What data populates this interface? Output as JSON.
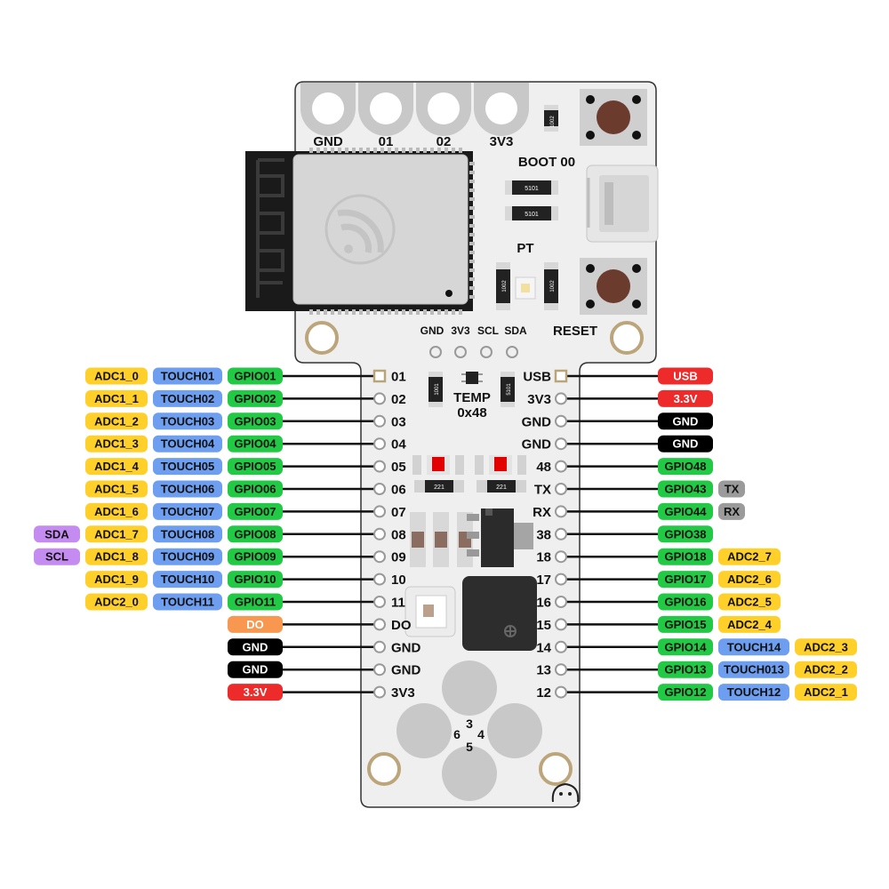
{
  "colors": {
    "adc": "#ffd02a",
    "touch": "#6d9ef0",
    "gpio": "#22c945",
    "power": "#ee2b2b",
    "ground": "#000000",
    "serial": "#9b9b9b",
    "i2c": "#c48cf0",
    "data_out": "#f79750",
    "board": "#efefef",
    "board_edge": "#333333",
    "pad": "#c8c8c8"
  },
  "top_pads": [
    "GND",
    "01",
    "02",
    "3V3"
  ],
  "board_labels": {
    "boot": "BOOT 00",
    "reset": "RESET",
    "pt": "PT",
    "temp_line1": "TEMP",
    "temp_line2": "0x48",
    "i2c_header": [
      "GND",
      "3V3",
      "SCL",
      "SDA"
    ],
    "touch_pads": [
      "3",
      "6",
      "4",
      "5"
    ],
    "resistors": [
      "1002",
      "5101",
      "5101",
      "1002",
      "1002",
      "1001",
      "5101",
      "221",
      "221"
    ]
  },
  "left_pins": [
    {
      "pin": "01",
      "labels": [
        {
          "text": "ADC1_0",
          "type": "adc"
        },
        {
          "text": "TOUCH01",
          "type": "touch"
        },
        {
          "text": "GPIO01",
          "type": "gpio"
        }
      ]
    },
    {
      "pin": "02",
      "labels": [
        {
          "text": "ADC1_1",
          "type": "adc"
        },
        {
          "text": "TOUCH02",
          "type": "touch"
        },
        {
          "text": "GPIO02",
          "type": "gpio"
        }
      ]
    },
    {
      "pin": "03",
      "labels": [
        {
          "text": "ADC1_2",
          "type": "adc"
        },
        {
          "text": "TOUCH03",
          "type": "touch"
        },
        {
          "text": "GPIO03",
          "type": "gpio"
        }
      ]
    },
    {
      "pin": "04",
      "labels": [
        {
          "text": "ADC1_3",
          "type": "adc"
        },
        {
          "text": "TOUCH04",
          "type": "touch"
        },
        {
          "text": "GPIO04",
          "type": "gpio"
        }
      ]
    },
    {
      "pin": "05",
      "labels": [
        {
          "text": "ADC1_4",
          "type": "adc"
        },
        {
          "text": "TOUCH05",
          "type": "touch"
        },
        {
          "text": "GPIO05",
          "type": "gpio"
        }
      ]
    },
    {
      "pin": "06",
      "labels": [
        {
          "text": "ADC1_5",
          "type": "adc"
        },
        {
          "text": "TOUCH06",
          "type": "touch"
        },
        {
          "text": "GPIO06",
          "type": "gpio"
        }
      ]
    },
    {
      "pin": "07",
      "labels": [
        {
          "text": "ADC1_6",
          "type": "adc"
        },
        {
          "text": "TOUCH07",
          "type": "touch"
        },
        {
          "text": "GPIO07",
          "type": "gpio"
        }
      ]
    },
    {
      "pin": "08",
      "labels": [
        {
          "text": "SDA",
          "type": "i2c"
        },
        {
          "text": "ADC1_7",
          "type": "adc"
        },
        {
          "text": "TOUCH08",
          "type": "touch"
        },
        {
          "text": "GPIO08",
          "type": "gpio"
        }
      ]
    },
    {
      "pin": "09",
      "labels": [
        {
          "text": "SCL",
          "type": "i2c"
        },
        {
          "text": "ADC1_8",
          "type": "adc"
        },
        {
          "text": "TOUCH09",
          "type": "touch"
        },
        {
          "text": "GPIO09",
          "type": "gpio"
        }
      ]
    },
    {
      "pin": "10",
      "labels": [
        {
          "text": "ADC1_9",
          "type": "adc"
        },
        {
          "text": "TOUCH10",
          "type": "touch"
        },
        {
          "text": "GPIO10",
          "type": "gpio"
        }
      ]
    },
    {
      "pin": "11",
      "labels": [
        {
          "text": "ADC2_0",
          "type": "adc"
        },
        {
          "text": "TOUCH11",
          "type": "touch"
        },
        {
          "text": "GPIO11",
          "type": "gpio"
        }
      ]
    },
    {
      "pin": "DO",
      "labels": [
        {
          "text": "DO",
          "type": "data_out"
        }
      ]
    },
    {
      "pin": "GND",
      "labels": [
        {
          "text": "GND",
          "type": "ground"
        }
      ]
    },
    {
      "pin": "GND",
      "labels": [
        {
          "text": "GND",
          "type": "ground"
        }
      ]
    },
    {
      "pin": "3V3",
      "labels": [
        {
          "text": "3.3V",
          "type": "power"
        }
      ]
    }
  ],
  "right_pins": [
    {
      "pin": "USB",
      "labels": [
        {
          "text": "USB",
          "type": "power"
        }
      ]
    },
    {
      "pin": "3V3",
      "labels": [
        {
          "text": "3.3V",
          "type": "power"
        }
      ]
    },
    {
      "pin": "GND",
      "labels": [
        {
          "text": "GND",
          "type": "ground"
        }
      ]
    },
    {
      "pin": "GND",
      "labels": [
        {
          "text": "GND",
          "type": "ground"
        }
      ]
    },
    {
      "pin": "48",
      "labels": [
        {
          "text": "GPIO48",
          "type": "gpio"
        }
      ]
    },
    {
      "pin": "TX",
      "labels": [
        {
          "text": "GPIO43",
          "type": "gpio"
        },
        {
          "text": "TX",
          "type": "serial"
        }
      ]
    },
    {
      "pin": "RX",
      "labels": [
        {
          "text": "GPIO44",
          "type": "gpio"
        },
        {
          "text": "RX",
          "type": "serial"
        }
      ]
    },
    {
      "pin": "38",
      "labels": [
        {
          "text": "GPIO38",
          "type": "gpio"
        }
      ]
    },
    {
      "pin": "18",
      "labels": [
        {
          "text": "GPIO18",
          "type": "gpio"
        },
        {
          "text": "ADC2_7",
          "type": "adc"
        }
      ]
    },
    {
      "pin": "17",
      "labels": [
        {
          "text": "GPIO17",
          "type": "gpio"
        },
        {
          "text": "ADC2_6",
          "type": "adc"
        }
      ]
    },
    {
      "pin": "16",
      "labels": [
        {
          "text": "GPIO16",
          "type": "gpio"
        },
        {
          "text": "ADC2_5",
          "type": "adc"
        }
      ]
    },
    {
      "pin": "15",
      "labels": [
        {
          "text": "GPIO15",
          "type": "gpio"
        },
        {
          "text": "ADC2_4",
          "type": "adc"
        }
      ]
    },
    {
      "pin": "14",
      "labels": [
        {
          "text": "GPIO14",
          "type": "gpio"
        },
        {
          "text": "TOUCH14",
          "type": "touch"
        },
        {
          "text": "ADC2_3",
          "type": "adc"
        }
      ]
    },
    {
      "pin": "13",
      "labels": [
        {
          "text": "GPIO13",
          "type": "gpio"
        },
        {
          "text": "TOUCH013",
          "type": "touch"
        },
        {
          "text": "ADC2_2",
          "type": "adc"
        }
      ]
    },
    {
      "pin": "12",
      "labels": [
        {
          "text": "GPIO12",
          "type": "gpio"
        },
        {
          "text": "TOUCH12",
          "type": "touch"
        },
        {
          "text": "ADC2_1",
          "type": "adc"
        }
      ]
    }
  ]
}
